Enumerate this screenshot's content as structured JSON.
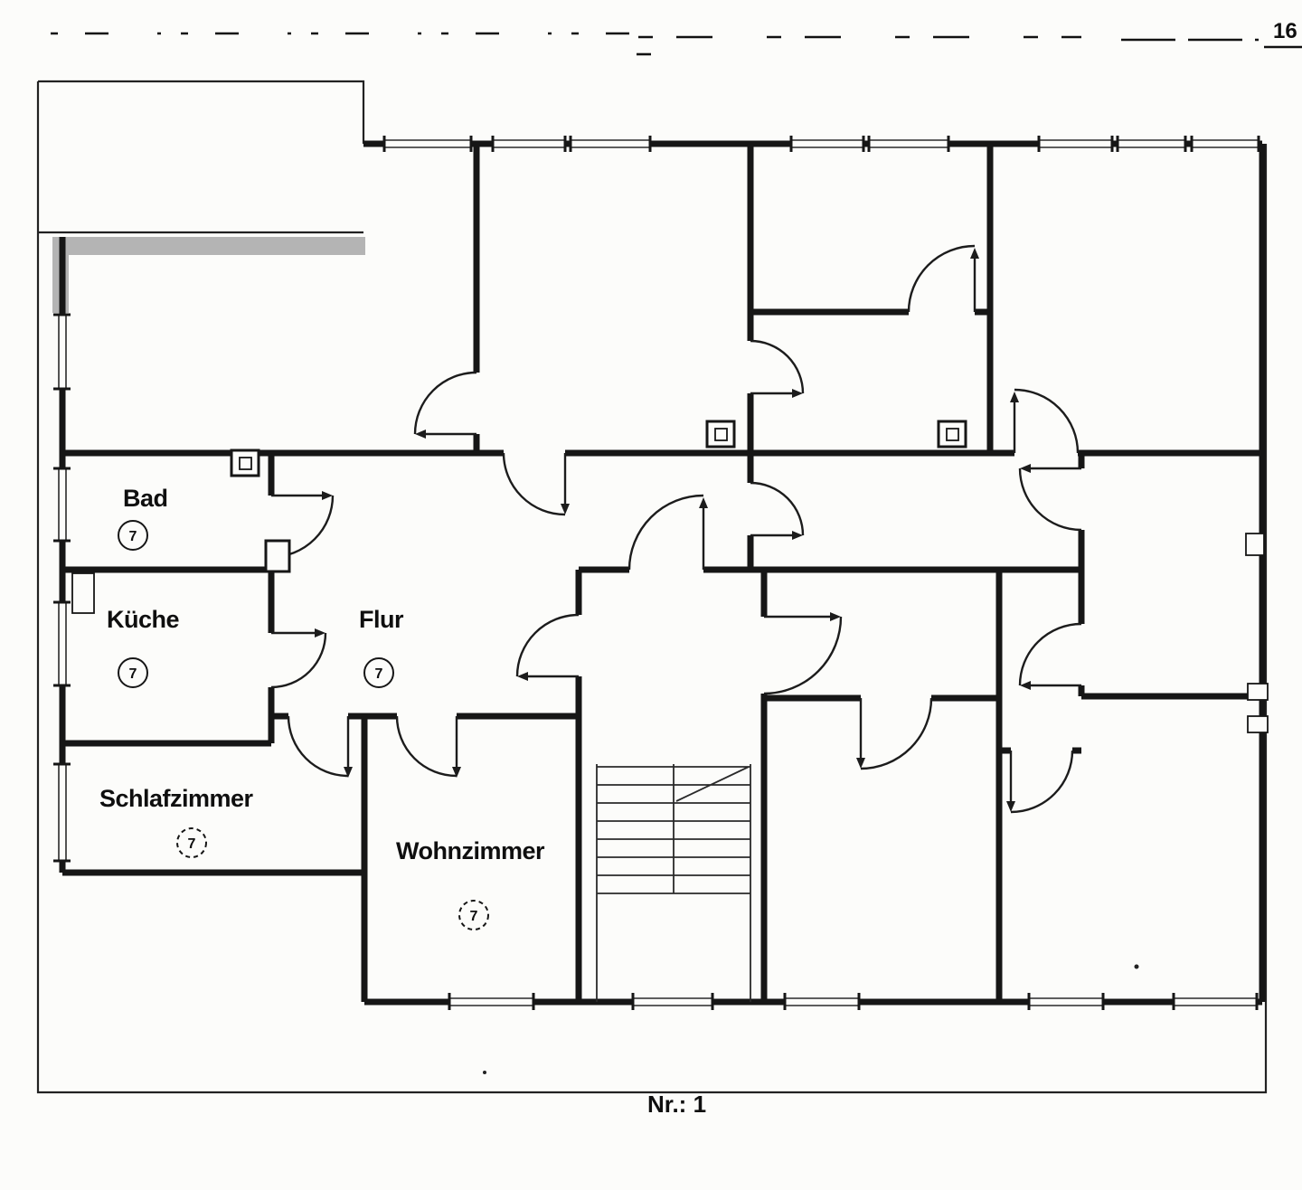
{
  "sheet": {
    "corner_number": "16",
    "plan_number": "Nr.: 1"
  },
  "rooms": [
    {
      "label": "Bad",
      "mark": "7"
    },
    {
      "label": "Küche",
      "mark": "7"
    },
    {
      "label": "Flur",
      "mark": "7"
    },
    {
      "label": "Schlafzimmer",
      "mark": "7"
    },
    {
      "label": "Wohnzimmer",
      "mark": "7"
    }
  ],
  "colors": {
    "ink": "#161616",
    "paper": "#fcfcfa",
    "wall_shade": "#b4b4b4"
  }
}
